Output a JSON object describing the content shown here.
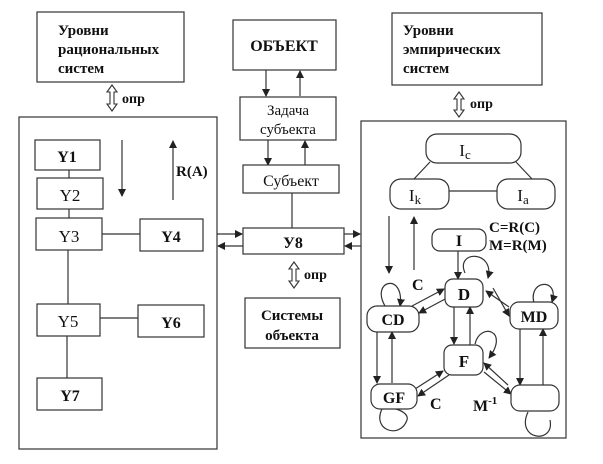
{
  "left_header": {
    "lines": [
      "Уровни",
      "рациональных",
      "систем"
    ]
  },
  "right_header": {
    "lines": [
      "Уровни",
      "эмпирических",
      "систем"
    ]
  },
  "object_box": {
    "label": "ОБЪЕКТ"
  },
  "task_box": {
    "lines": [
      "Задача",
      "субъекта"
    ]
  },
  "subject_box": {
    "label": "Субъект"
  },
  "y8_box": {
    "label": "У8"
  },
  "object_systems": {
    "lines": [
      "Системы",
      "объекта"
    ]
  },
  "opr_label": "опр",
  "left_panel": {
    "nodes": [
      "Y1",
      "Y2",
      "Y3",
      "Y4",
      "Y5",
      "Y6",
      "Y7"
    ],
    "arrow_label": "R(A)"
  },
  "right_panel": {
    "top_nodes": {
      "ic": "I",
      "ic_sub": "c",
      "ik": "I",
      "ik_sub": "k",
      "ia": "I",
      "ia_sub": "a"
    },
    "i_node": "I",
    "equations": [
      "C=R(C)",
      "M=R(M)"
    ],
    "nodes": {
      "d": "D",
      "cd": "CD",
      "md": "MD",
      "f": "F",
      "gf": "GF",
      "blank": ""
    },
    "labels": {
      "c1": "C",
      "c2": "C",
      "m_inv": "M",
      "m_inv_sup": "-1"
    }
  }
}
